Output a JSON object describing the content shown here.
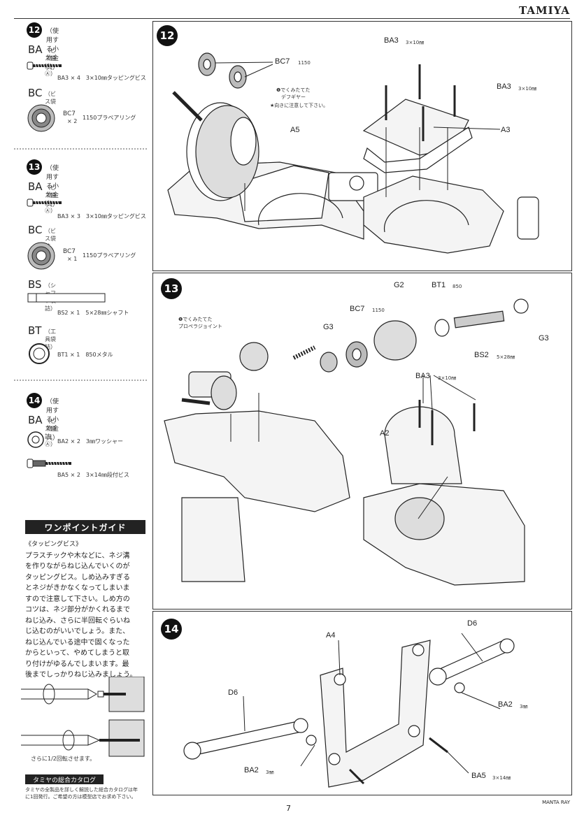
{
  "header": {
    "brand": "TAMIYA"
  },
  "sidebar": {
    "step12": {
      "num": "12",
      "title": "（使用する小物金具）",
      "ba": {
        "code": "BA",
        "bag": "（ビス袋詰Ⓐ）",
        "part": "BA3 × 4　3×10㎜タッピングビス"
      },
      "bc": {
        "code": "BC",
        "bag": "（ビス袋詰Ⓒ）",
        "part_code": "BC7",
        "part_qty": "× 2",
        "part_desc": "1150プラベアリング"
      }
    },
    "step13": {
      "num": "13",
      "title": "（使用する小物金具）",
      "ba": {
        "code": "BA",
        "bag": "（ビス袋詰Ⓐ）",
        "part": "BA3 × 3　3×10㎜タッピングビス"
      },
      "bc": {
        "code": "BC",
        "bag": "（ビス袋詰Ⓒ）",
        "part_code": "BC7",
        "part_qty": "× 1",
        "part_desc": "1150プラベアリング"
      },
      "bs": {
        "code": "BS",
        "bag": "（シャフト袋詰）",
        "part": "BS2 × 1　5×28㎜シャフト"
      },
      "bt": {
        "code": "BT",
        "bag": "（工具袋詰）",
        "part": "BT1 × 1　850メタル"
      }
    },
    "step14": {
      "num": "14",
      "title": "（使用する小物金具）",
      "ba": {
        "code": "BA",
        "bag": "（ビス袋詰Ⓐ）",
        "part1": "BA2 × 2　3㎜ワッシャー",
        "part2": "BA5 × 2　3×14㎜段付ビス"
      }
    },
    "guide": {
      "heading": "ワンポイントガイド",
      "subheading": "《タッピングビス》",
      "lines": [
        "プラスチックや木などに、ネジ溝",
        "を作りながらねじ込んでいくのが",
        "タッピングビス。しめ込みすぎる",
        "とネジがきかなくなってしまいま",
        "すので注意して下さい。しめ方の",
        "コツは、ネジ部分がかくれるまで",
        "ねじ込み、さらに半回転ぐらいね",
        "じ込むのがいいでしょう。また、",
        "ねじ込んでいる途中で固くなった",
        "からといって、やめてしまうと取",
        "り付けがゆるんでしまいます。最",
        "後までしっかりねじ込みましょう。"
      ],
      "caption": "さらに1/2回転させます。"
    },
    "catalog": {
      "heading": "タミヤの総合カタログ",
      "text1": "タミヤの全製品を詳しく解説した総合カタログは年",
      "text2": "に1回発行。ご希望の方は模型店でお求め下さい。"
    }
  },
  "panel12": {
    "num": "12",
    "labels": {
      "bc7": "BC7",
      "bc7n": "1150",
      "note1": "❶でくみたてた",
      "note2": "デフギヤー",
      "note3": "★向きに注意して下さい。",
      "a5": "A5",
      "ba3a": "BA3",
      "ba3as": "3×10㎜",
      "ba3b": "BA3",
      "ba3bs": "3×10㎜",
      "a3": "A3"
    }
  },
  "panel13": {
    "num": "13",
    "labels": {
      "note1": "❶でくみたてた",
      "note2": "プロペラジョイント",
      "g2": "G2",
      "bt1": "BT1",
      "bt1n": "850",
      "bc7": "BC7",
      "bc7n": "1150",
      "g3a": "G3",
      "g3b": "G3",
      "bs2": "BS2",
      "bs2s": "5×28㎜",
      "ba3": "BA3",
      "ba3s": "3×10㎜",
      "a2": "A2"
    }
  },
  "panel14": {
    "num": "14",
    "labels": {
      "a4": "A4",
      "d6a": "D6",
      "d6b": "D6",
      "ba2a": "BA2",
      "ba2as": "3㎜",
      "ba2b": "BA2",
      "ba2bs": "3㎜",
      "ba5": "BA5",
      "ba5s": "3×14㎜"
    }
  },
  "footer": {
    "page": "7",
    "model": "MANTA RAY"
  }
}
